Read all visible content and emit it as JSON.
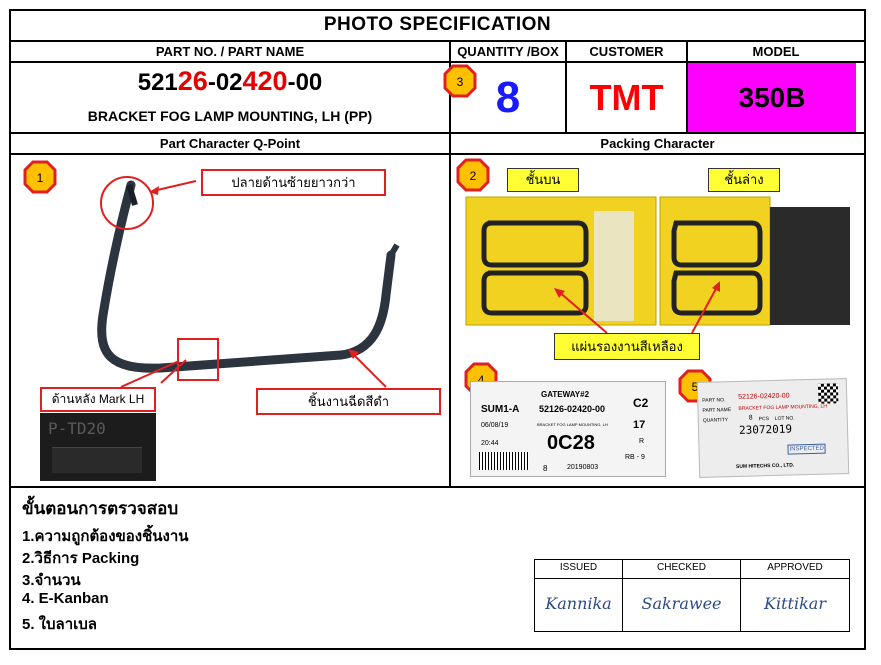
{
  "title": "PHOTO  SPECIFICATION",
  "headers": {
    "part": "PART NO. / PART NAME",
    "quantity": "QUANTITY /BOX",
    "customer": "CUSTOMER",
    "model": "MODEL"
  },
  "part": {
    "no_1": "521",
    "no_2": "26",
    "no_3": "-02",
    "no_4": "420",
    "no_5": "-00",
    "name": "BRACKET FOG LAMP MOUNTING, LH (PP)"
  },
  "quantity": "8",
  "customer": "TMT",
  "model": "350B",
  "sections": {
    "left": "Part Character Q-Point",
    "right": "Packing Character"
  },
  "badges": [
    "1",
    "2",
    "3",
    "4",
    "5"
  ],
  "callouts": {
    "left_end_longer": "ปลายด้านซ้ายยาวกว่า",
    "mark_lh": "ด้านหลัง Mark LH",
    "black_part": "ชิ้นงานฉีดสีดำ",
    "upper": "ชั้นบน",
    "lower": "ชั้นล่าง",
    "yellow_pad": "แผ่นรองงานสีเหลือง"
  },
  "mark_stamp": "P-TD20",
  "kanban": {
    "gateway": "GATEWAY#2",
    "code": "SUM1-A",
    "part_no": "52126-02420-00",
    "c2": "C2",
    "date": "06/08/19",
    "desc": "BRACKET FOG LAMP MOUNTING, LH",
    "qty": "17",
    "time": "20:44",
    "r": "R",
    "big": "0C28",
    "rb": "RB - 9",
    "n8": "8",
    "lot": "20190803"
  },
  "label": {
    "part_no_label": "PART NO.",
    "part_no": "52126-02420-00",
    "part_name_label": "PART NAME",
    "part_name": "BRACKET FOG LAMP MOUNTING, LH",
    "qty_label": "QUANTITY",
    "qty": "8",
    "pcs": "PCS",
    "lot_label": "LOT NO.",
    "lot": "23072019",
    "stamp": "INSPECTED",
    "company": "SUM HITECHS CO., LTD."
  },
  "steps": {
    "title": "ขั้นตอนการตรวจสอบ",
    "items": [
      "1.ความถูกต้องของชิ้นงาน",
      "2.วิธีการ Packing",
      "3.จำนวน",
      "4. E-Kanban",
      "5. ใบลาเบล"
    ]
  },
  "signoff": {
    "issued_label": "ISSUED",
    "checked_label": "CHECKED",
    "approved_label": "APPROVED",
    "issued_sig": "Kannika",
    "checked_sig": "Sakrawee",
    "approved_sig": "Kittikar"
  },
  "colors": {
    "red": "#e60000",
    "blue": "#1a1aff",
    "magenta": "#ff00ff",
    "yellow": "#ffff33",
    "badge_fill": "#ffc000",
    "badge_ring": "#e02020"
  }
}
